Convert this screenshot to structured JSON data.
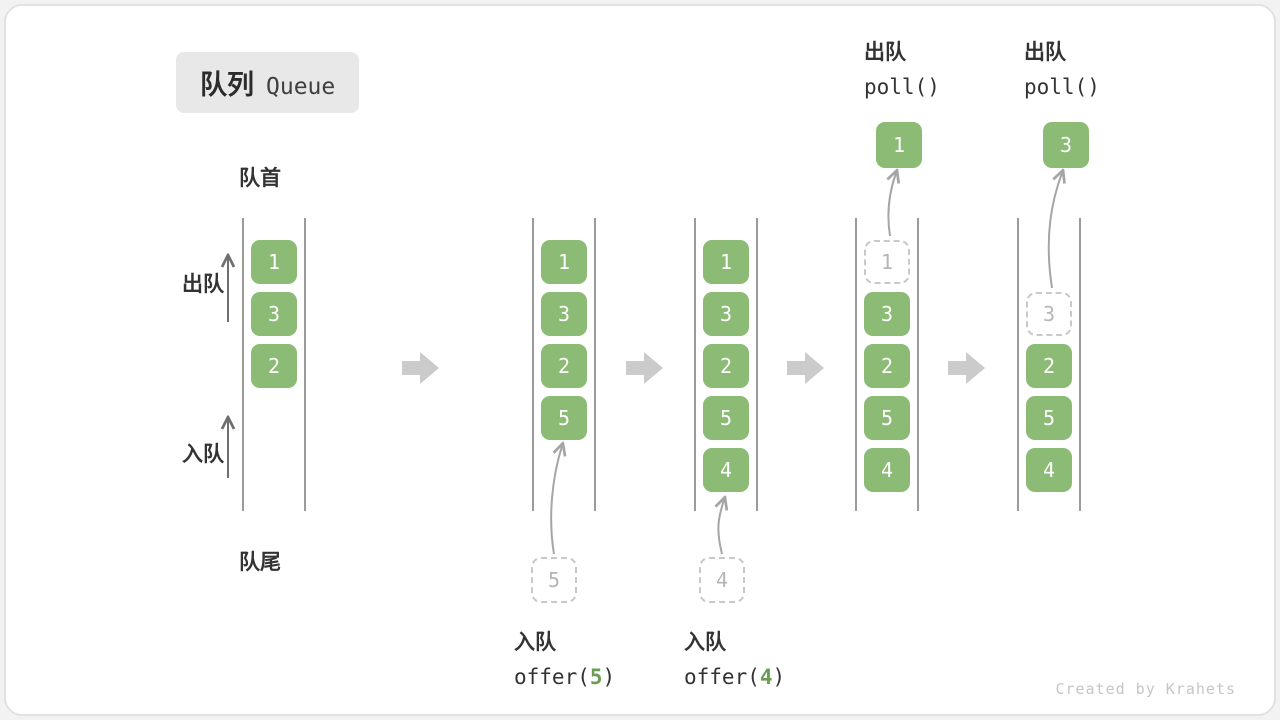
{
  "title": {
    "zh": "队列",
    "en": "Queue"
  },
  "side_labels": {
    "front": "队首",
    "rear": "队尾",
    "dequeue": "出队",
    "enqueue": "入队"
  },
  "top_annotations": [
    {
      "action": "出队",
      "code": "poll()",
      "value": "1"
    },
    {
      "action": "出队",
      "code": "poll()",
      "value": "3"
    }
  ],
  "bottom_annotations": [
    {
      "action": "入队",
      "code_prefix": "offer(",
      "value": "5",
      "code_suffix": ")"
    },
    {
      "action": "入队",
      "code_prefix": "offer(",
      "value": "4",
      "code_suffix": ")"
    }
  ],
  "queues": [
    {
      "cells": [
        {
          "v": "1",
          "state": "solid"
        },
        {
          "v": "3",
          "state": "solid"
        },
        {
          "v": "2",
          "state": "solid"
        }
      ]
    },
    {
      "cells": [
        {
          "v": "1",
          "state": "solid"
        },
        {
          "v": "3",
          "state": "solid"
        },
        {
          "v": "2",
          "state": "solid"
        },
        {
          "v": "5",
          "state": "solid"
        }
      ]
    },
    {
      "cells": [
        {
          "v": "1",
          "state": "solid"
        },
        {
          "v": "3",
          "state": "solid"
        },
        {
          "v": "2",
          "state": "solid"
        },
        {
          "v": "5",
          "state": "solid"
        },
        {
          "v": "4",
          "state": "solid"
        }
      ]
    },
    {
      "cells": [
        {
          "v": "1",
          "state": "dashed"
        },
        {
          "v": "3",
          "state": "solid"
        },
        {
          "v": "2",
          "state": "solid"
        },
        {
          "v": "5",
          "state": "solid"
        },
        {
          "v": "4",
          "state": "solid"
        }
      ]
    },
    {
      "cells": [
        {
          "v": "3",
          "state": "dashed"
        },
        {
          "v": "2",
          "state": "solid"
        },
        {
          "v": "5",
          "state": "solid"
        },
        {
          "v": "4",
          "state": "solid"
        }
      ]
    }
  ],
  "footer": "Created by Krahets",
  "colors": {
    "cell_green": "#8BBB74",
    "value_green": "#6a9e55",
    "arrow_block": "#cbcbcb",
    "arrow_line": "#a5a5a5"
  }
}
